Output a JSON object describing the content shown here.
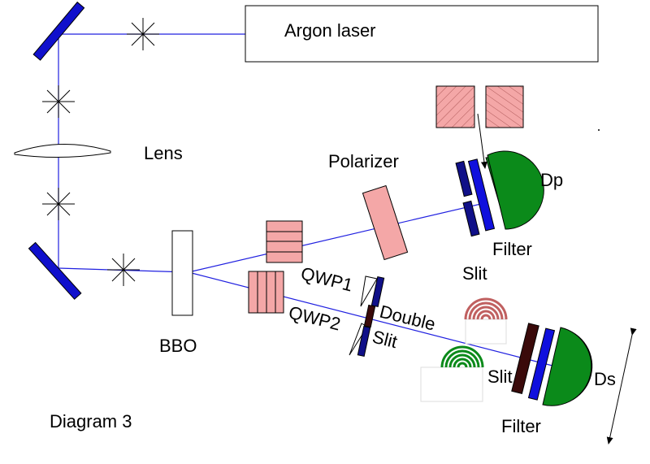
{
  "labels": {
    "source": "Argon laser",
    "lens": "Lens",
    "polarizer": "Polarizer",
    "crystal": "BBO",
    "qwp1": "QWP1",
    "qwp2": "QWP2",
    "double": "Double",
    "slit_center": "Slit",
    "slit_upper": "Slit",
    "slit_lower": "Slit",
    "filter_upper": "Filter",
    "filter_lower": "Filter",
    "detector_p": "Dp",
    "detector_s": "Ds",
    "caption": "Diagram 3"
  },
  "colors": {
    "beam": "#2020e0",
    "mirror": "#1010cc",
    "filter": "#1010dd",
    "optic_pink": "#f4a7a7",
    "detector": "#0b8a1a",
    "slit_dark": "#3a0a0a",
    "qwp_blue": "#101088",
    "fringe_red": "#c06060",
    "fringe_green": "#0b8a1a"
  }
}
